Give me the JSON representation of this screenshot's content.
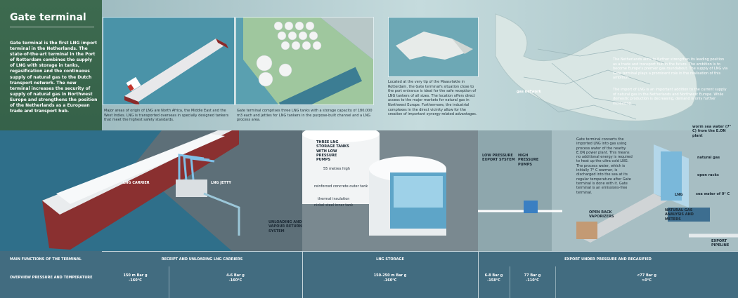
{
  "title": "Gate terminal",
  "intro": "Gate terminal is the first LNG import terminal in the Netherlands. The state-of-the-art terminal in the Port of Rotterdam combines the supply of LNG with storage in tanks, regasification and the continuous supply of natural gas to the Dutch transport network. The new terminal increases the security of supply of natural gas in Northwest Europe and strengthens the position of the Netherlands as a European trade and transport hub.",
  "captions": {
    "tanker": "Major areas of origin of LNG are North Africa, the Middle East and the West Indies. LNG is transported overseas in specially designed tankers that meet the highest safety standards.",
    "terminal": "Gate terminal comprises three LNG tanks with a storage capacity of 180,000 m3 each and jetties for LNG tankers in the purpose-built channel and a LNG process area.",
    "location": "Located at the very tip of the Maasvlakte in Rotterdam, the Gate terminal's situation close to the port entrance is ideal for the safe reception of LNG tankers of all sizes. The location offers direct access to the major markets for natural gas in Northwest Europe. Furthermore, the industrial complexes in the direct vicinity allow for the creation of important synergy-related advantages.",
    "netherlands": "The Netherlands aims to further strengthen its leading position as a trade and transport hub in the future. The ambition is to become Europe's premier gas roundabout. The supply of LNG via Gate terminal plays a prominent role in the realisation of this ambition.",
    "import": "The import of LNG is an important addition to the current supply of natural gas in the Netherlands and Northwest Europe. While domestic production is decreasing, demand is only further increasing.",
    "gas_network": "gas network",
    "process": "Gate terminal converts the imported LNG into gas using process water of the nearby E.ON power plant. This means no additional energy is required to heat up the ultra cold LNG. The process water, which is initially 7° C warmer, is discharged into the sea at its regular temperature after Gate terminal is done with it. Gate terminal is an emissions-free terminal."
  },
  "labels": {
    "lng_carrier": "LNG CARRIER",
    "lng_jetty": "LNG JETTY",
    "unloading": "UNLOADING AND VAPOUR RETURN SYSTEM",
    "three_tanks": "THREE LNG STORAGE TANKS WITH LOW PRESSURE PUMPS",
    "height": "55 metres high",
    "concrete": "reinforced concrete outer tank",
    "insulation": "thermal insulation",
    "nickel": "nickel steel inner tank",
    "lp_export": "LOW PRESSURE EXPORT SYSTEM",
    "hp_pumps": "HIGH PRESSURE PUMPS",
    "worm_sea": "worm sea water (7° C) from the E.ON plant",
    "natural_gas": "natural gas",
    "open_racks": "open racks",
    "lng": "LNG",
    "sea_water": "sea water of 0° C",
    "orv": "OPEN RACK VAPORIZERS",
    "analysis": "NATURAL GAS ANALYSIS AND METERS",
    "export_pipeline": "EXPORT PIPELINE"
  },
  "bottom": {
    "main_functions": "MAIN FUNCTIONS OF THE TERMINAL",
    "overview": "OVERVIEW PRESSURE AND TEMPERATURE",
    "functions": [
      "RECEIPT AND UNLOADING LNG CARRIERS",
      "LNG STORAGE",
      "EXPORT UNDER PRESSURE AND REGASIFIED"
    ],
    "values": [
      {
        "p": "150 m Bar g",
        "t": "-160°C"
      },
      {
        "p": "4-6 Bar g",
        "t": "-160°C"
      },
      {
        "p": "150-250 m Bar g",
        "t": "-160°C"
      },
      {
        "p": "6-8 Bar g",
        "t": "-158°C"
      },
      {
        "p": "77 Bar g",
        "t": "-110°C"
      },
      {
        "p": "<77 Bar g",
        "t": ">0°C"
      }
    ]
  },
  "colors": {
    "panel_green": "#2f5a44",
    "bar_blue": "#426c80",
    "water": "#2f6f8a"
  }
}
